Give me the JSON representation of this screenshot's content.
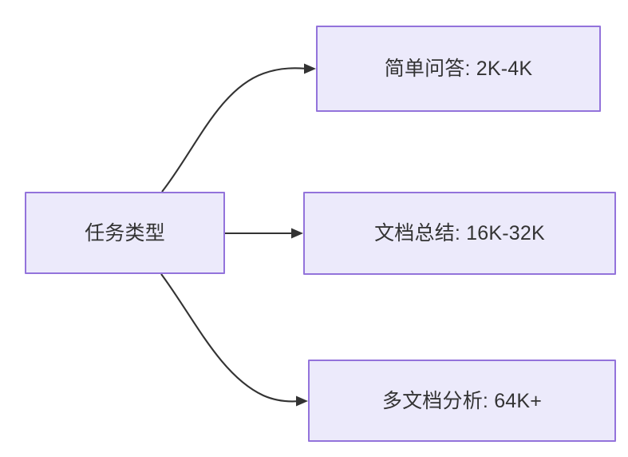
{
  "diagram": {
    "type": "flowchart",
    "direction": "left-to-right",
    "background_color": "#ffffff",
    "node_fill_color": "#ECEAFB",
    "node_border_color": "#9373DB",
    "node_text_color": "#333333",
    "edge_color": "#333333",
    "source_node": {
      "id": "task-type",
      "label": "任务类型"
    },
    "target_nodes": [
      {
        "id": "simple-qa",
        "label": "简单问答: 2K-4K",
        "category": "简单问答",
        "range": "2K-4K"
      },
      {
        "id": "doc-summary",
        "label": "文档总结: 16K-32K",
        "category": "文档总结",
        "range": "16K-32K"
      },
      {
        "id": "multi-doc-analysis",
        "label": "多文档分析: 64K+",
        "category": "多文档分析",
        "range": "64K+"
      }
    ],
    "edges": [
      {
        "id": "edge-1",
        "from": "task-type",
        "to": "simple-qa",
        "style": "curved",
        "arrow": "arrowhead-right"
      },
      {
        "id": "edge-2",
        "from": "task-type",
        "to": "doc-summary",
        "style": "straight",
        "arrow": "arrowhead-right"
      },
      {
        "id": "edge-3",
        "from": "task-type",
        "to": "multi-doc-analysis",
        "style": "curved",
        "arrow": "arrowhead-right"
      }
    ]
  }
}
